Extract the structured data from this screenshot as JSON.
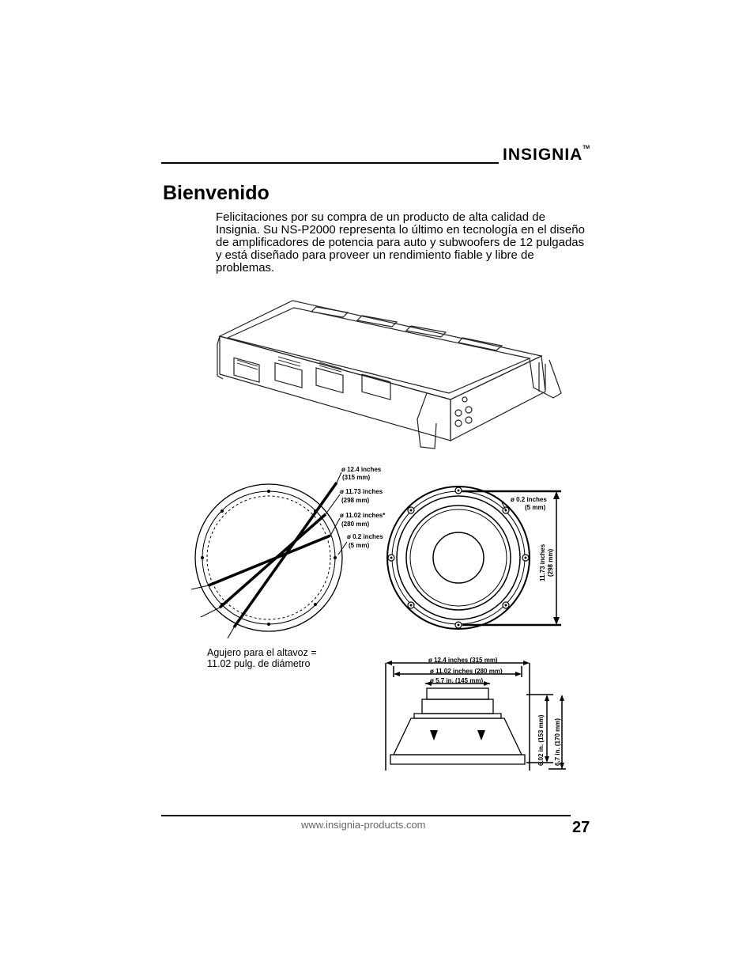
{
  "header": {
    "brand": "INSIGNIA",
    "trademark": "TM"
  },
  "page": {
    "title": "Bienvenido",
    "intro": "Felicitaciones por su compra de un producto de alta calidad de Insignia. Su NS-P2000 representa lo último en tecnología en el diseño de amplificadores de potencia para auto y subwoofers de 12 pulgadas y está diseñado para proveer un rendimiento fiable y libre de problemas."
  },
  "diagram_cutout": {
    "labels": [
      "ø 12.4 inches",
      "(315 mm)",
      "ø 11.73 inches",
      "(298 mm)",
      "ø 11.02 inches*",
      "(280 mm)",
      "ø 0.2 inches",
      "(5 mm)"
    ],
    "caption_line1": "Agujero para el altavoz =",
    "caption_line2": "11.02 pulg. de diámetro"
  },
  "diagram_front": {
    "hole_label": "ø 0.2 inches",
    "hole_label_mm": "(5 mm)",
    "height_label": "11.73 inches",
    "height_label_mm": "(298 mm)"
  },
  "diagram_side": {
    "dim1": "ø 12.4 inches (315 mm)",
    "dim2": "ø 11.02 inches (280 mm)",
    "dim3": "ø 5.7 in. (145 mm)",
    "depth1": "6.02 in. (153 mm)",
    "depth2": "6.7 in. (170 mm)"
  },
  "footer": {
    "url": "www.insignia-products.com",
    "page_number": "27"
  }
}
